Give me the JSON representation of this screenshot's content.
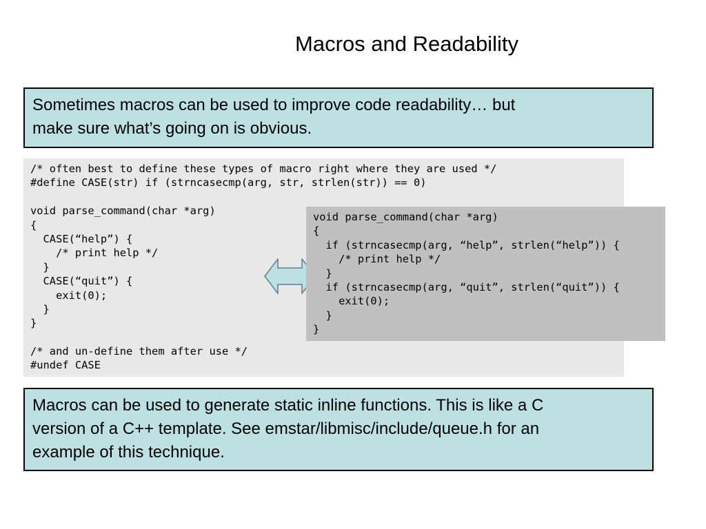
{
  "slide": {
    "title": "Macros and Readability"
  },
  "top_callout": {
    "lines": [
      "Sometimes macros can be used to improve code readability… but",
      "make sure what’s going on is obvious."
    ]
  },
  "code_main": {
    "lines": [
      "/* often best to define these types of macro right where they are used */",
      "#define CASE(str) if (strncasecmp(arg, str, strlen(str)) == 0)",
      "",
      "void parse_command(char *arg)",
      "{",
      "  CASE(“help”) {",
      "    /* print help */",
      "  }",
      "  CASE(“quit”) {",
      "    exit(0);",
      "  }",
      "}",
      "",
      "/* and un-define them after use */",
      "#undef CASE"
    ]
  },
  "code_alt": {
    "lines": [
      "void parse_command(char *arg)",
      "{",
      "  if (strncasecmp(arg, “help”, strlen(“help”)) {",
      "    /* print help */",
      "  }",
      "  if (strncasecmp(arg, “quit”, strlen(“quit”)) {",
      "    exit(0);",
      "  }",
      "}"
    ]
  },
  "bottom_callout": {
    "lines": [
      "Macros can be used to generate static inline functions.  This is like a C",
      "version of a C++ template.  See emstar/libmisc/include/queue.h for an",
      "example of this technique."
    ]
  },
  "icons": {
    "equivalence": "double-headed-arrow-icon"
  },
  "colors": {
    "callout_fill": "#bde0e3",
    "code_main_fill": "#e8e8e8",
    "code_alt_fill": "#c0c0c0",
    "arrow_fill": "#bde0e3"
  }
}
